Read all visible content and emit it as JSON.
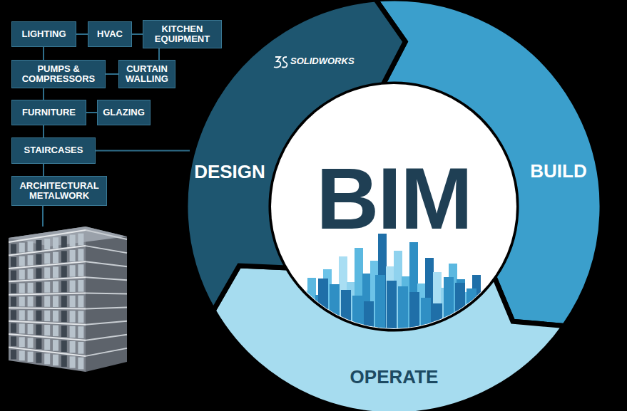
{
  "diagram": {
    "nodes": [
      {
        "text": [
          "LIGHTING"
        ]
      },
      {
        "text": [
          "HVAC"
        ]
      },
      {
        "text": [
          "KITCHEN EQUIPMENT"
        ]
      },
      {
        "text": [
          "PUMPS & COMPRESSORS"
        ]
      },
      {
        "text": [
          "CURTAIN WALLING"
        ]
      },
      {
        "text": [
          "FURNITURE"
        ]
      },
      {
        "text": [
          "GLAZING"
        ]
      },
      {
        "text": [
          "STAIRCASES"
        ]
      },
      {
        "text": [
          "ARCHITECTURAL METALWORK"
        ]
      },
      {
        "text": [
          "DESIGN"
        ]
      },
      {
        "text": [
          "BUILD"
        ]
      },
      {
        "text": [
          "OPERATE"
        ]
      },
      {
        "text": [
          "BIM"
        ]
      }
    ],
    "edges": [
      {
        "from": 0,
        "to": 1,
        "arrow": "none"
      },
      {
        "from": 1,
        "to": 2,
        "arrow": "none"
      },
      {
        "from": 2,
        "to": 4,
        "arrow": "none"
      },
      {
        "from": 0,
        "to": 3,
        "arrow": "none"
      },
      {
        "from": 3,
        "to": 4,
        "arrow": "none"
      },
      {
        "from": 3,
        "to": 5,
        "arrow": "none"
      },
      {
        "from": 5,
        "to": 6,
        "arrow": "none"
      },
      {
        "from": 5,
        "to": 7,
        "arrow": "none"
      },
      {
        "from": 7,
        "to": 8,
        "arrow": "none"
      },
      {
        "from": 7,
        "to": 9,
        "arrow": "none"
      }
    ],
    "labels": [
      "SOLIDWORKS"
    ]
  }
}
